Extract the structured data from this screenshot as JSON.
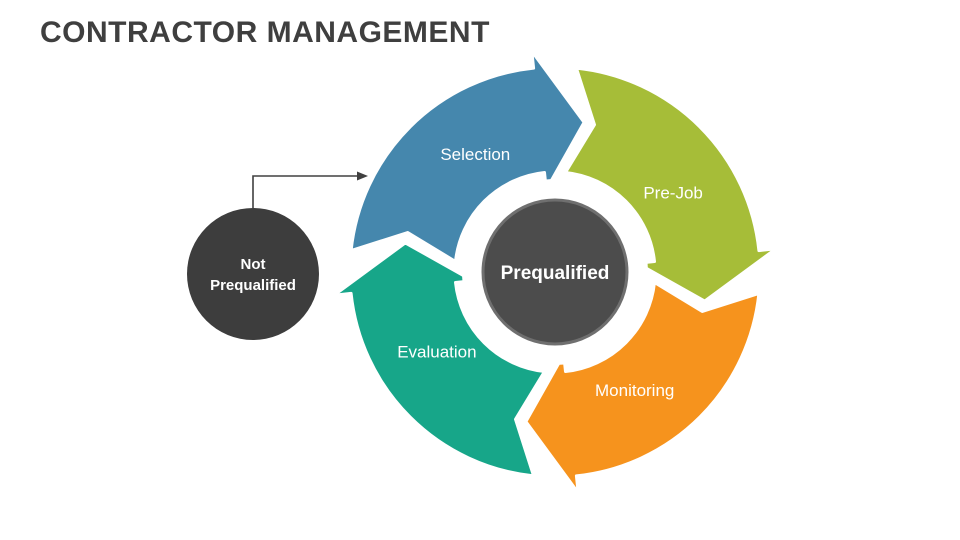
{
  "title": "CONTRACTOR MANAGEMENT",
  "colors": {
    "background": "#ffffff",
    "title": "#3f3f3f",
    "center_circle": "#4c4c4c",
    "not_prequalified_circle": "#3d3d3d",
    "connector": "#404040",
    "label_text": "#ffffff"
  },
  "cycle": {
    "center_label": "Prequalified",
    "segments": [
      {
        "id": "selection",
        "label": "Selection",
        "color": "#4587ad"
      },
      {
        "id": "pre-job",
        "label": "Pre-Job",
        "color": "#a6bd38"
      },
      {
        "id": "monitoring",
        "label": "Monitoring",
        "color": "#f6931d"
      },
      {
        "id": "evaluation",
        "label": "Evaluation",
        "color": "#17a689"
      }
    ]
  },
  "not_prequalified": {
    "line1": "Not",
    "line2": "Prequalified"
  }
}
